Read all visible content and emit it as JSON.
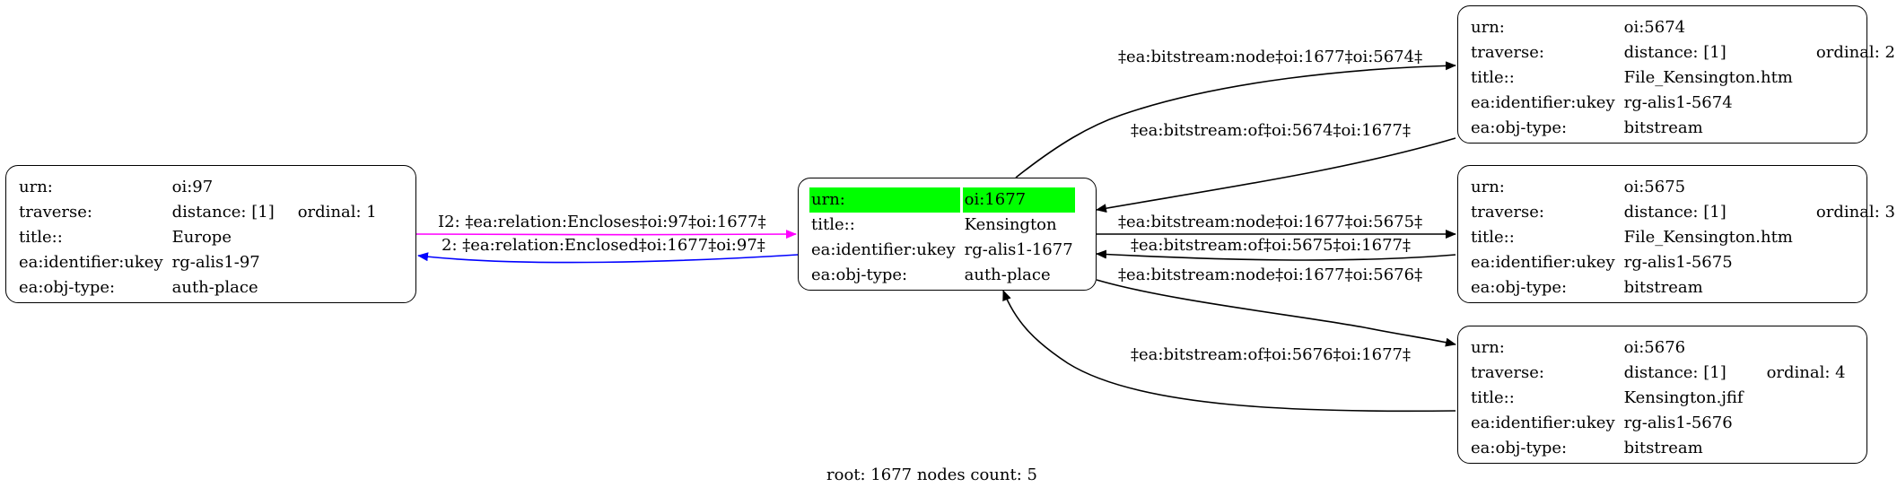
{
  "nodes": {
    "n97": {
      "rows": [
        {
          "key": "urn:",
          "value": "oi:97"
        },
        {
          "key": "traverse:",
          "value": "distance: [1]",
          "extra": "ordinal: 1"
        },
        {
          "key": "title::",
          "value": "Europe"
        },
        {
          "key": "ea:identifier:ukey",
          "value": "rg-alis1-97"
        },
        {
          "key": "ea:obj-type:",
          "value": "auth-place"
        }
      ]
    },
    "n1677": {
      "rows": [
        {
          "key": "urn:",
          "value": "oi:1677"
        },
        {
          "key": "title::",
          "value": "Kensington"
        },
        {
          "key": "ea:identifier:ukey",
          "value": "rg-alis1-1677"
        },
        {
          "key": "ea:obj-type:",
          "value": "auth-place"
        }
      ]
    },
    "n5674": {
      "rows": [
        {
          "key": "urn:",
          "value": "oi:5674"
        },
        {
          "key": "traverse:",
          "value": "distance: [1]",
          "extra": "ordinal: 2"
        },
        {
          "key": "title::",
          "value": "File_Kensington.htm"
        },
        {
          "key": "ea:identifier:ukey",
          "value": "rg-alis1-5674"
        },
        {
          "key": "ea:obj-type:",
          "value": "bitstream"
        }
      ]
    },
    "n5675": {
      "rows": [
        {
          "key": "urn:",
          "value": "oi:5675"
        },
        {
          "key": "traverse:",
          "value": "distance: [1]",
          "extra": "ordinal: 3"
        },
        {
          "key": "title::",
          "value": "File_Kensington.htm"
        },
        {
          "key": "ea:identifier:ukey",
          "value": "rg-alis1-5675"
        },
        {
          "key": "ea:obj-type:",
          "value": "bitstream"
        }
      ]
    },
    "n5676": {
      "rows": [
        {
          "key": "urn:",
          "value": "oi:5676"
        },
        {
          "key": "traverse:",
          "value": "distance: [1]",
          "extra": "ordinal: 4"
        },
        {
          "key": "title::",
          "value": "Kensington.jfif"
        },
        {
          "key": "ea:identifier:ukey",
          "value": "rg-alis1-5676"
        },
        {
          "key": "ea:obj-type:",
          "value": "bitstream"
        }
      ]
    }
  },
  "edges": {
    "encloses": "I2: ‡ea:relation:Encloses‡oi:97‡oi:1677‡",
    "enclosed": "2: ‡ea:relation:Enclosed‡oi:1677‡oi:97‡",
    "node_5674": "‡ea:bitstream:node‡oi:1677‡oi:5674‡",
    "of_5674": "‡ea:bitstream:of‡oi:5674‡oi:1677‡",
    "node_5675": "‡ea:bitstream:node‡oi:1677‡oi:5675‡",
    "of_5675": "‡ea:bitstream:of‡oi:5675‡oi:1677‡",
    "node_5676": "‡ea:bitstream:node‡oi:1677‡oi:5676‡",
    "of_5676": "‡ea:bitstream:of‡oi:5676‡oi:1677‡"
  },
  "colors": {
    "encloses_edge": "#ff00ff",
    "enclosed_edge": "#0000ff",
    "root_highlight": "#00ff00"
  },
  "footer": "root: 1677 nodes count: 5"
}
